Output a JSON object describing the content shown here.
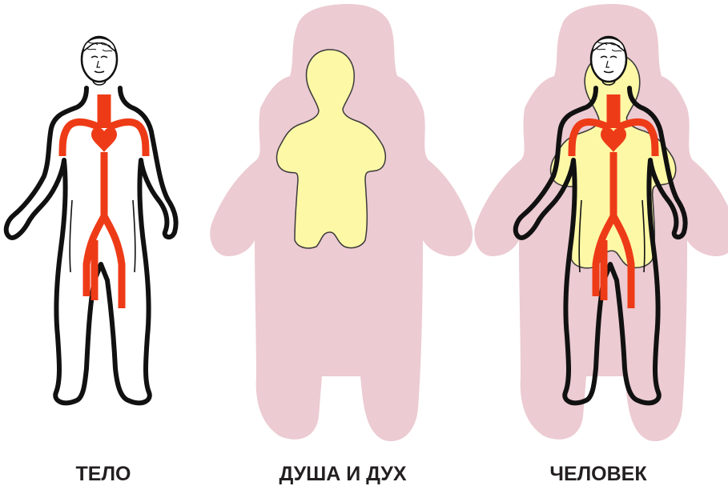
{
  "captions": {
    "body": "ТЕЛО",
    "soul_spirit": "ДУША И ДУХ",
    "human": "ЧЕЛОВЕК"
  },
  "colors": {
    "spirit_aura": "#eccbd2",
    "soul_fill": "#fdf8a6",
    "soul_outline": "#3a3a3a",
    "body_outline": "#111111",
    "blood_vessels": "#ee3b17",
    "caption_text": "#231f20"
  },
  "icons": {
    "head": "head-face-icon",
    "heart": "heart-icon"
  }
}
